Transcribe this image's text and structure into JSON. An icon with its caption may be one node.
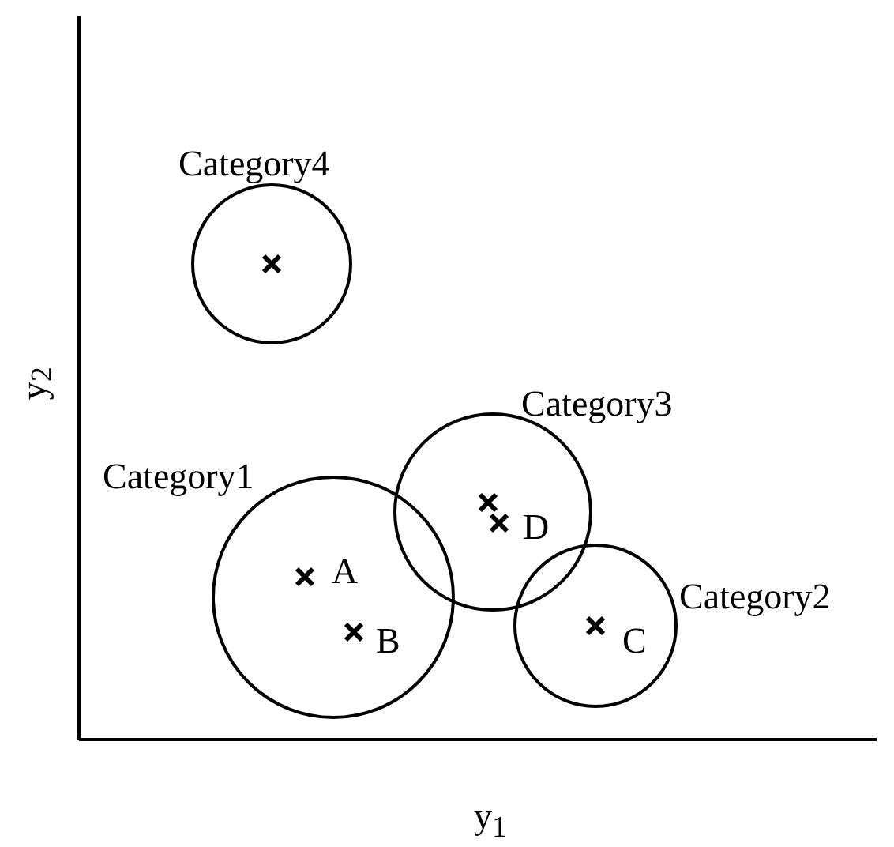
{
  "diagram": {
    "nodes": [
      {
        "text": [
          "Category4"
        ]
      },
      {
        "text": [
          "Category3"
        ]
      },
      {
        "text": [
          "Category1"
        ]
      },
      {
        "text": [
          "Category2"
        ]
      }
    ],
    "edges": [],
    "labels": [
      "y$_{2}$",
      "D",
      "A",
      "B",
      "C",
      "y$_{1}$"
    ]
  }
}
